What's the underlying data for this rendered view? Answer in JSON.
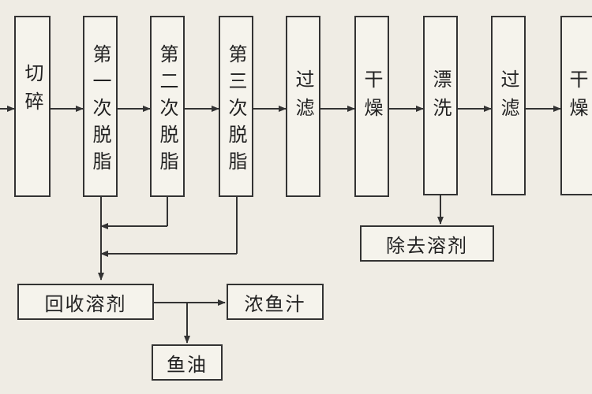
{
  "diagram": {
    "steps": [
      {
        "id": "cut",
        "label": "切碎"
      },
      {
        "id": "degrease1",
        "label": "第一次脱脂"
      },
      {
        "id": "degrease2",
        "label": "第二次脱脂"
      },
      {
        "id": "degrease3",
        "label": "第三次脱脂"
      },
      {
        "id": "filter1",
        "label": "过滤"
      },
      {
        "id": "dry1",
        "label": "干燥"
      },
      {
        "id": "rinse",
        "label": "漂洗"
      },
      {
        "id": "filter2",
        "label": "过滤"
      },
      {
        "id": "dry2",
        "label": "干燥"
      }
    ],
    "by_products": {
      "remove_solvent": "除去溶剂",
      "recover_solvent": "回收溶剂",
      "fish_juice": "浓鱼汁",
      "fish_oil": "鱼油"
    }
  }
}
